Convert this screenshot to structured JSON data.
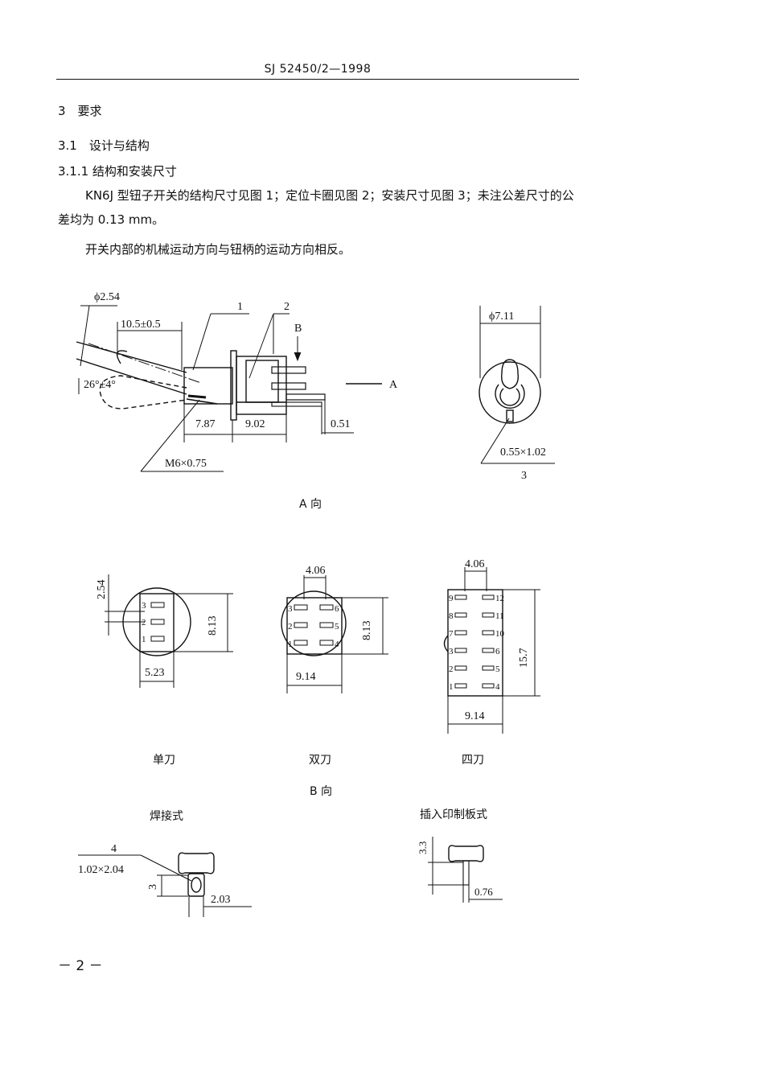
{
  "header": {
    "doc_number": "SJ 52450/2—1998"
  },
  "sections": {
    "s3": "3　要求",
    "s3_1": "3.1　设计与结构",
    "s3_1_1": "3.1.1 结构和安装尺寸"
  },
  "paragraphs": [
    "KN6J 型钮子开关的结构尺寸见图 1；定位卡圈见图 2；安装尺寸见图 3；未注公差尺寸的公差均为 0.13 mm。",
    "开关内部的机械运动方向与钮柄的运动方向相反。"
  ],
  "fig_main": {
    "phi": "ϕ2.54",
    "len": "10.5±0.5",
    "angle": "26°±4°",
    "callout1": "1",
    "callout2": "2",
    "view_b": "B",
    "view_a": "A",
    "d1": "7.87",
    "d2": "9.02",
    "d3": "0.51",
    "thread": "M6×0.75"
  },
  "fig_ring": {
    "phi": "ϕ7.11",
    "slot": "0.55×1.02",
    "callout3": "3"
  },
  "view_a_caption": "A 向",
  "single": {
    "h": "2.54",
    "side": "8.13",
    "w": "5.23",
    "pins": [
      "3",
      "2",
      "1"
    ],
    "caption": "单刀"
  },
  "double": {
    "top": "4.06",
    "side": "8.13",
    "w": "9.14",
    "pins_left": [
      "3",
      "2",
      "1"
    ],
    "pins_right": [
      "6",
      "5",
      "4"
    ],
    "caption": "双刀"
  },
  "quad": {
    "top": "4.06",
    "side": "15.7",
    "w": "9.14",
    "pins_left": [
      "9",
      "8",
      "7",
      "3",
      "2",
      "1"
    ],
    "pins_right": [
      "12",
      "11",
      "10",
      "6",
      "5",
      "4"
    ],
    "caption": "四刀"
  },
  "view_b_caption": "B 向",
  "solder": {
    "title": "焊接式",
    "callout4": "4",
    "slot": "1.02×2.04",
    "h": "3",
    "w": "2.03"
  },
  "pcb": {
    "title": "插入印制板式",
    "h": "3.3",
    "w": "0.76"
  },
  "page_number": "－ 2 －"
}
